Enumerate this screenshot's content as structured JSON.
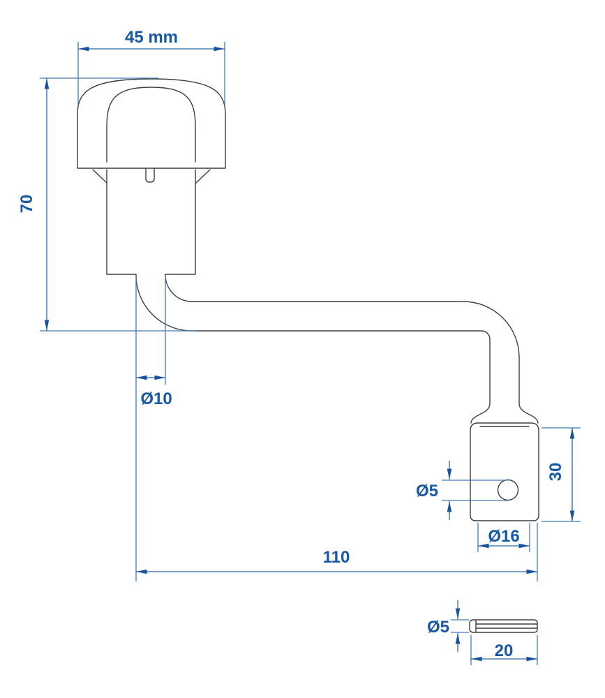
{
  "colors": {
    "background": "#ffffff",
    "outline": "#3d3d3d",
    "dimension_line": "#4379b8",
    "dimension_text": "#1658a8"
  },
  "dims": {
    "knob_width": "45 mm",
    "height": "70",
    "shaft_diameter": "Ø10",
    "length": "110",
    "socket_height": "30",
    "socket_hole_diameter": "Ø5",
    "socket_diameter": "Ø16",
    "pin_diameter": "Ø5",
    "pin_length": "20"
  }
}
